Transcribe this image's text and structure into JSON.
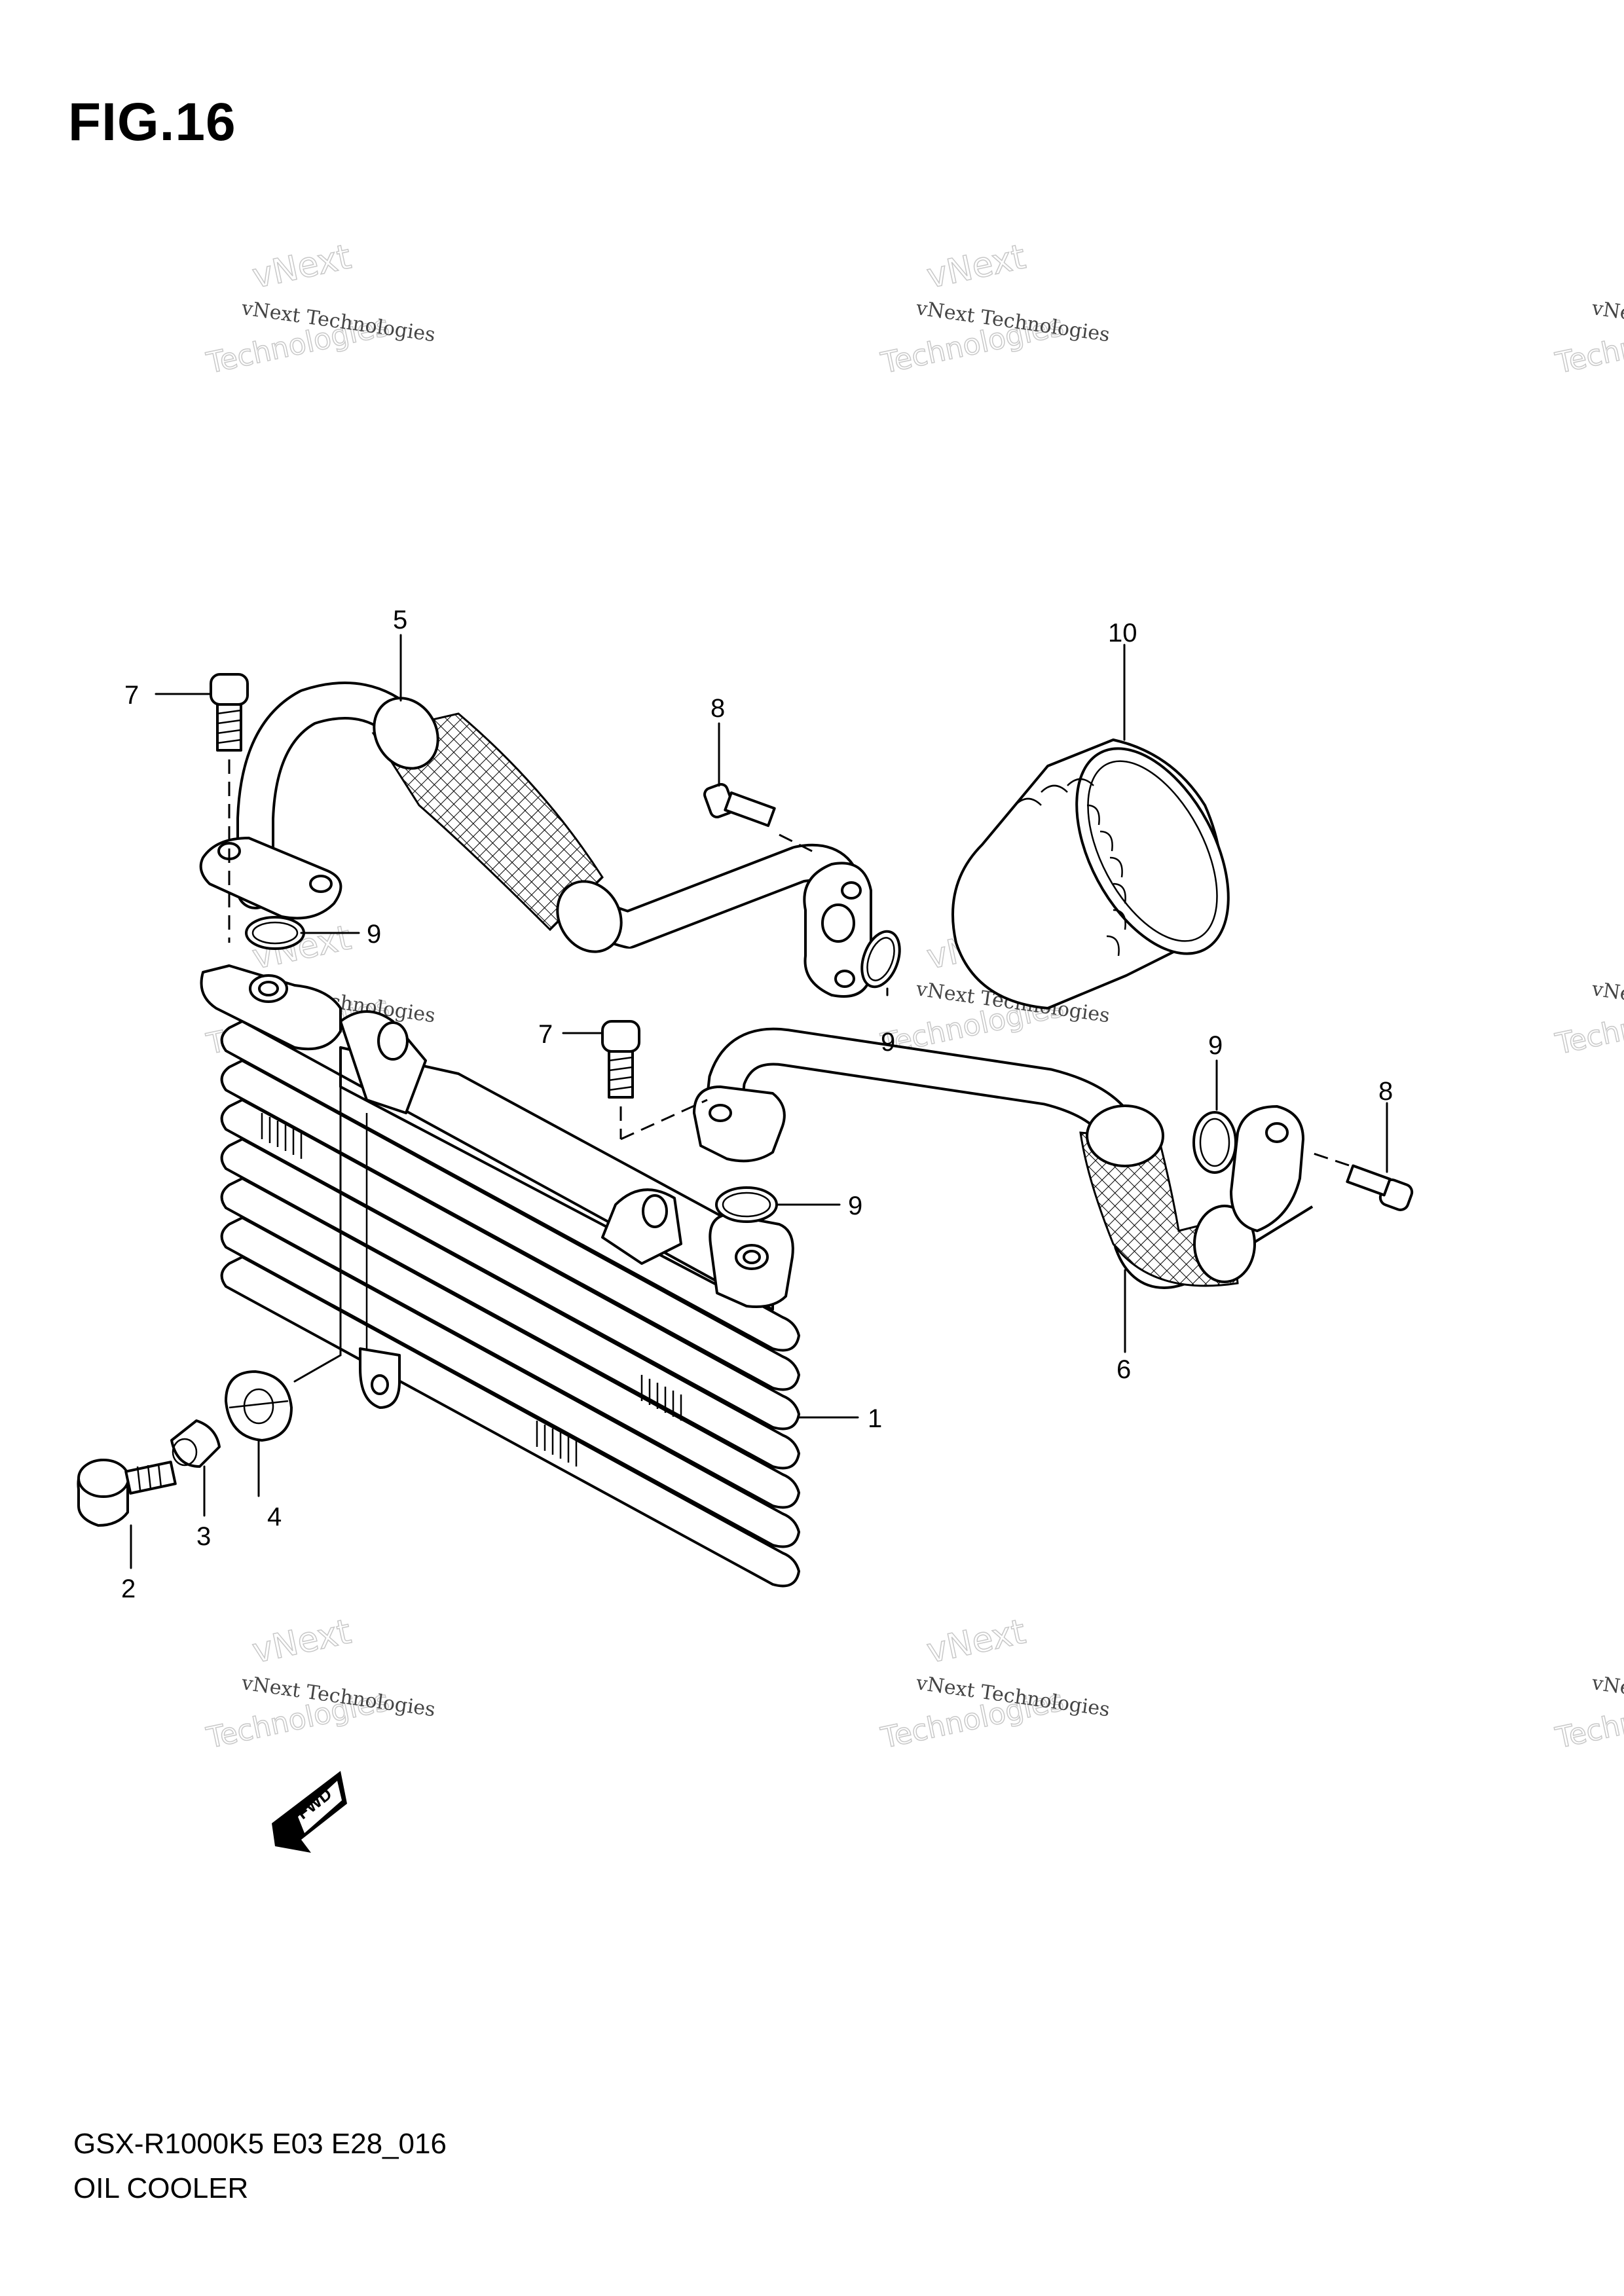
{
  "figure": {
    "title": "FIG.16",
    "model_code": "GSX-R1000K5 E03 E28_016",
    "sheet_title": "OIL COOLER"
  },
  "watermark": {
    "line1": "vNext Technologies",
    "line2": "vNext",
    "line3": "Technologies"
  },
  "callouts": {
    "c1": "1",
    "c2": "2",
    "c3": "3",
    "c4": "4",
    "c5": "5",
    "c6": "6",
    "c7a": "7",
    "c7b": "7",
    "c8a": "8",
    "c8b": "8",
    "c9a": "9",
    "c9b": "9",
    "c9c": "9",
    "c9d": "9",
    "c10": "10"
  },
  "fwd_arrow_label": "FWD"
}
